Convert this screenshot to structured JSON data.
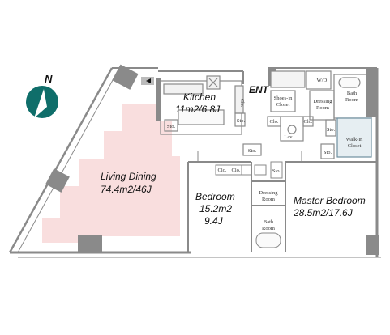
{
  "compass": {
    "label": "N"
  },
  "entrance": {
    "label": "ENT"
  },
  "rooms": {
    "kitchen": {
      "name": "Kitchen",
      "area": "11m2/6.8J"
    },
    "living": {
      "name": "Living Dining",
      "area": "74.4m2/46J"
    },
    "bedroom": {
      "name": "Bedroom",
      "area_line1": "15.2m2",
      "area_line2": "9.4J"
    },
    "master": {
      "name": "Master Bedroom",
      "area": "28.5m2/17.6J"
    }
  },
  "small": {
    "shoes_1": "Shoes-in",
    "shoes_2": "Closet",
    "wd": "W/D",
    "dress1_1": "Dressing",
    "dress1_2": "Room",
    "bath1_1": "Bath",
    "bath1_2": "Room",
    "walkin_1": "Walk-in",
    "walkin_2": "Closet",
    "lav": "Lav.",
    "clo_a": "Clo.",
    "clo_b": "Clo.",
    "clo_c": "Clo.",
    "clo_d": "Clo.",
    "sto_a": "Sto.",
    "sto_b": "Sto.",
    "sto_c": "Sto.",
    "sto_d": "Sto.",
    "sto_e": "Sto.",
    "sto_f": "Sto.",
    "wc_v": "Clo.",
    "dress2_1": "Dressing",
    "dress2_2": "Room",
    "bath2_1": "Bath",
    "bath2_2": "Room"
  },
  "colors": {
    "wall": "#8a8a8a",
    "living_tint": "#f9dede",
    "compass_fill": "#0f6e6a",
    "walkin_fill": "#e6eef2"
  }
}
